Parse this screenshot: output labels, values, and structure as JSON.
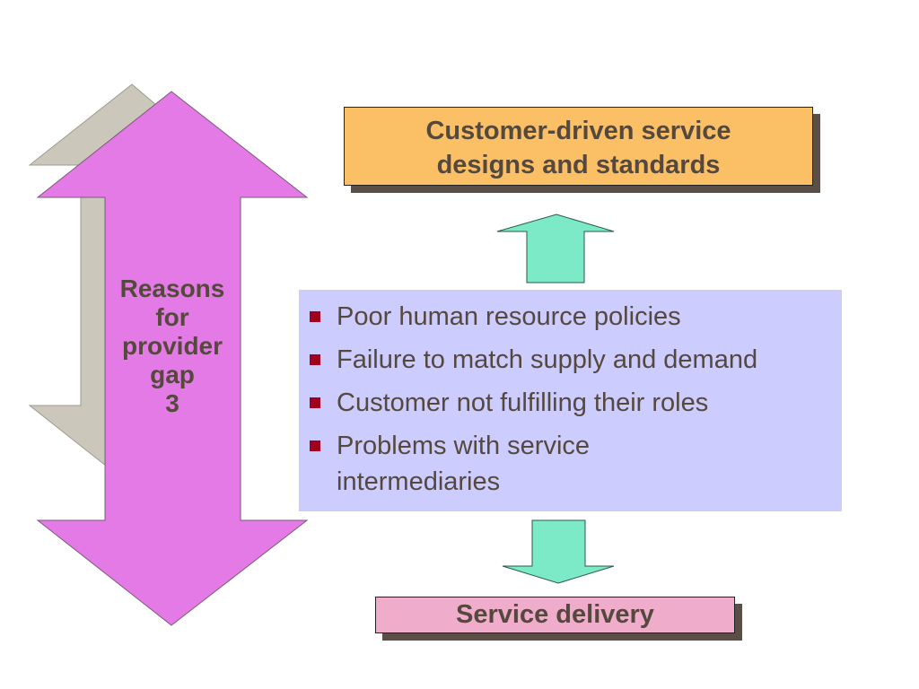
{
  "gap_arrow": {
    "lines": [
      "Reasons",
      "for",
      "provider",
      "gap",
      "3"
    ],
    "color": "#e37ae5",
    "shadow_color": "#cbc7bb"
  },
  "top_box": {
    "lines": [
      "Customer-driven service",
      "designs and standards"
    ],
    "color": "#fbbf66"
  },
  "reasons_panel": {
    "items": [
      "Poor human resource policies",
      "Failure to match supply and demand",
      "Customer not fulfilling their roles",
      "Problems with service intermediaries"
    ],
    "color": "#ccccff",
    "bullet_color": "#a00020"
  },
  "bottom_box": {
    "label": "Service delivery",
    "color": "#efadcb"
  },
  "flow_arrow_color": "#7ce9c7"
}
